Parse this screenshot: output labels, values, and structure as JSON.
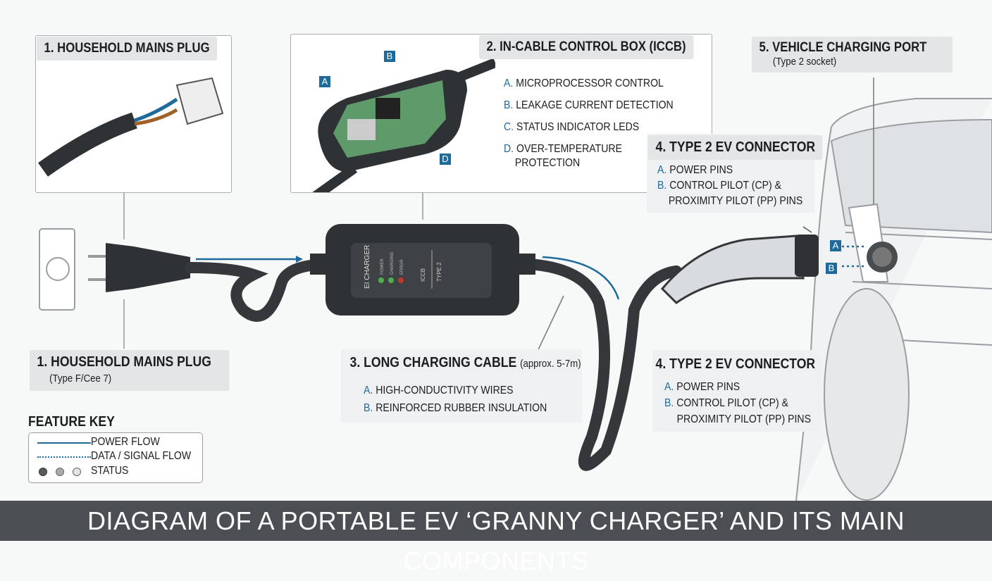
{
  "title": "DIAGRAM OF A PORTABLE EV ‘GRANNY CHARGER’ AND ITS MAIN COMPONENTS",
  "colors": {
    "accent": "#1e6a9a",
    "title_bar": "#4b4e52",
    "panel": "#e4e5e6",
    "led_green": "#4caf50",
    "led_red": "#c0392b"
  },
  "plug_top": {
    "title": "1. HOUSEHOLD MAINS PLUG"
  },
  "plug_bottom": {
    "title": "1. HOUSEHOLD MAINS PLUG",
    "subtitle": "(Type F/Cee 7)"
  },
  "iccb": {
    "title": "2. IN-CABLE CONTROL BOX (ICCB)",
    "items": [
      {
        "key": "A.",
        "text": "MICROPROCESSOR CONTROL"
      },
      {
        "key": "B.",
        "text": "LEAKAGE CURRENT DETECTION"
      },
      {
        "key": "C.",
        "text": "STATUS INDICATOR LEDS"
      },
      {
        "key": "D.",
        "text": "OVER-TEMPERATURE",
        "text2": "PROTECTION"
      }
    ],
    "tags": [
      "A",
      "B",
      "D"
    ],
    "device_text": {
      "brand": "EI CHARGER",
      "leds": [
        "POWER",
        "CHARGING",
        "ERROR"
      ],
      "mid": "ICCB",
      "right": "TYPE 2"
    }
  },
  "cable": {
    "title": "3. LONG CHARGING CABLE",
    "subtitle": "(approx. 5-7m)",
    "items": [
      {
        "key": "A.",
        "text": "HIGH-CONDUCTIVITY WIRES"
      },
      {
        "key": "B.",
        "text": "REINFORCED RUBBER INSULATION"
      }
    ]
  },
  "connector_top": {
    "title": "4. TYPE 2 EV CONNECTOR",
    "items": [
      {
        "key": "A.",
        "text": "POWER PINS"
      },
      {
        "key": "B.",
        "text": "CONTROL PILOT (CP) &",
        "text2": "PROXIMITY PILOT (PP) PINS"
      }
    ]
  },
  "connector_bottom": {
    "title": "4. TYPE 2 EV CONNECTOR",
    "items": [
      {
        "key": "A.",
        "text": "POWER PINS"
      },
      {
        "key": "B.",
        "text": "CONTROL PILOT (CP) &",
        "text2": "PROXIMITY PILOT (PP) PINS"
      }
    ]
  },
  "port": {
    "title": "5. VEHICLE CHARGING PORT",
    "subtitle": "(Type 2 socket)",
    "tags": [
      "A",
      "B"
    ]
  },
  "key": {
    "title": "FEATURE KEY",
    "items": [
      "POWER FLOW",
      "DATA / SIGNAL FLOW",
      "STATUS"
    ]
  }
}
